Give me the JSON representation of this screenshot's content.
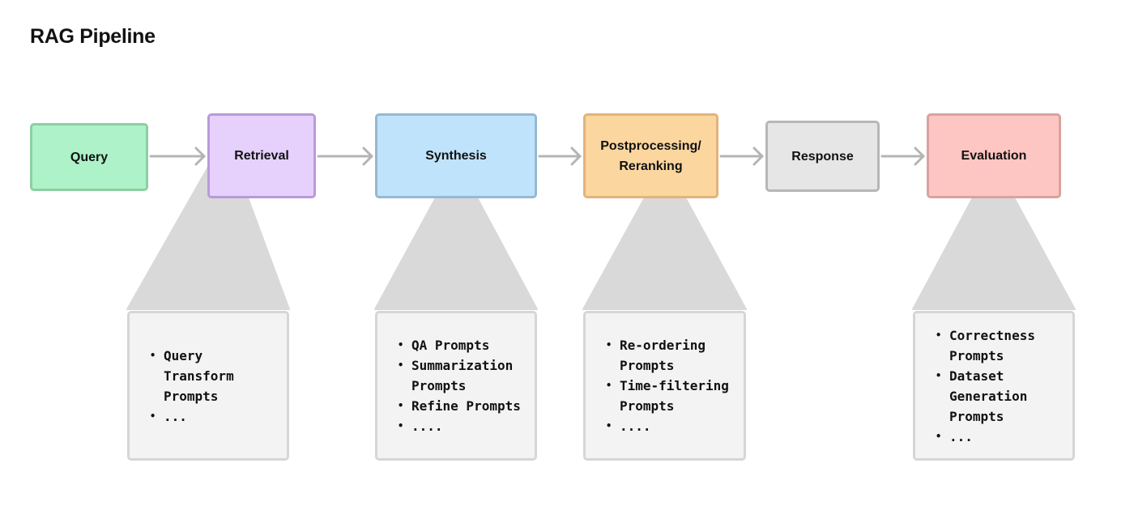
{
  "title": "RAG Pipeline",
  "stages": {
    "query": "Query",
    "retrieval": "Retrieval",
    "synthesis": "Synthesis",
    "postprocessing": "Postprocessing/\nReranking",
    "response": "Response",
    "evaluation": "Evaluation"
  },
  "details": {
    "retrieval": [
      "Query\nTransform\nPrompts",
      "..."
    ],
    "synthesis": [
      "QA Prompts",
      "Summarization\nPrompts",
      "Refine Prompts",
      "...."
    ],
    "postprocessing": [
      "Re-ordering\nPrompts",
      "Time-filtering\nPrompts",
      "...."
    ],
    "evaluation": [
      "Correctness\nPrompts",
      "Dataset\nGeneration\nPrompts",
      "..."
    ]
  },
  "colors": {
    "query": "#aef2c9",
    "retrieval": "#e5d1fc",
    "synthesis": "#bfe3fb",
    "postprocessing": "#fbd69f",
    "response": "#e6e6e6",
    "evaluation": "#fdc6c2",
    "connector": "#b4b4b4",
    "funnel": "#d9d9d9",
    "detail_box": "#f3f3f3"
  }
}
